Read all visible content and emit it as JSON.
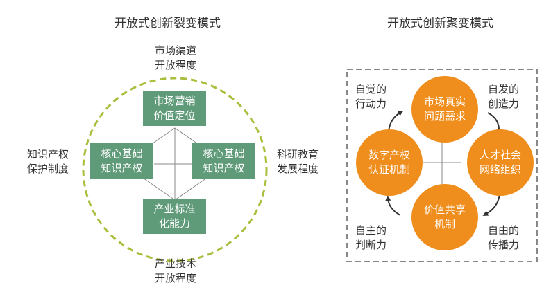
{
  "left": {
    "title": "开放式创新裂变模式",
    "top_label": [
      "市场渠道",
      "开放程度"
    ],
    "bottom_label": [
      "产业技术",
      "开放程度"
    ],
    "left_label": [
      "知识产权",
      "保护制度"
    ],
    "right_label": [
      "科研教育",
      "发展程度"
    ],
    "boxes": {
      "top": [
        "市场营销",
        "价值定位"
      ],
      "left": [
        "核心基础",
        "知识产权"
      ],
      "right": [
        "核心基础",
        "知识产权"
      ],
      "bottom": [
        "产业标准",
        "化能力"
      ]
    },
    "colors": {
      "box": "#5f9a79",
      "ring": "#a8bf3c"
    }
  },
  "right": {
    "title": "开放式创新聚变模式",
    "circles": {
      "top": [
        "市场真实",
        "问题需求"
      ],
      "right": [
        "人才社会",
        "网络组织"
      ],
      "bottom": [
        "价值共享",
        "机制"
      ],
      "left": [
        "数字产权",
        "认证机制"
      ]
    },
    "corner_labels": {
      "top_left": [
        "自觉的",
        "行动力"
      ],
      "top_right": [
        "自发的",
        "创造力"
      ],
      "bottom_left": [
        "自主的",
        "判断力"
      ],
      "bottom_right": [
        "自由的",
        "传播力"
      ]
    },
    "colors": {
      "circle": "#ef8e1d",
      "frame": "#888888"
    }
  }
}
